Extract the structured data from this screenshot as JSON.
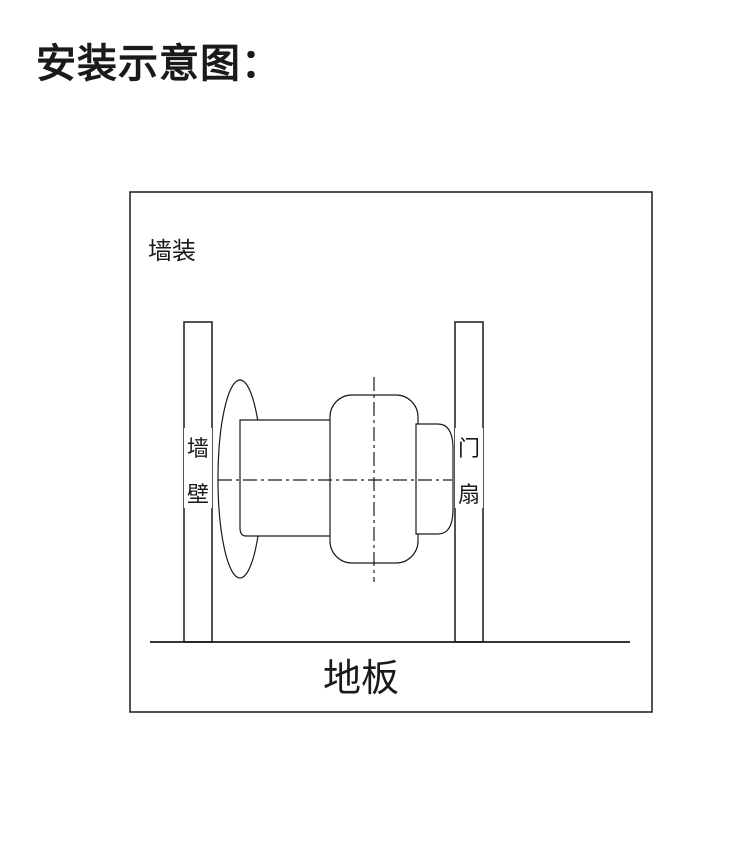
{
  "page": {
    "title": "安装示意图："
  },
  "diagram": {
    "mount_label": "墙装",
    "wall_label": [
      "墙",
      "壁"
    ],
    "door_label": [
      "门",
      "扇"
    ],
    "floor_label": "地板"
  }
}
